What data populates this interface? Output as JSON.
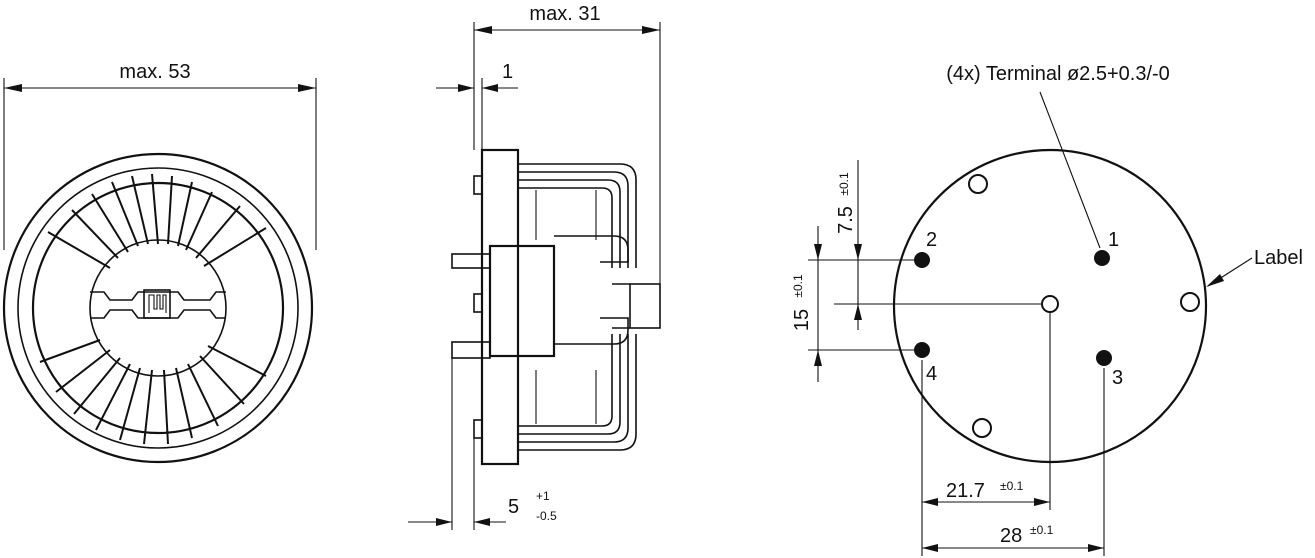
{
  "front_view": {
    "width_label": "max. 53"
  },
  "side_view": {
    "depth_label": "max. 31",
    "flange_label": "1",
    "pin_label": "5",
    "pin_tol_upper": "+1",
    "pin_tol_lower": "-0.5"
  },
  "pin_view": {
    "terminal_note": "(4x) Terminal ø2.5+0.3/-0",
    "label_callout": "Label",
    "pins": [
      "1",
      "2",
      "3",
      "4"
    ],
    "dim_7_5": "7.5",
    "dim_7_5_tol": "±0.1",
    "dim_15": "15",
    "dim_15_tol": "±0.1",
    "dim_21_7": "21.7",
    "dim_21_7_tol": "±0.1",
    "dim_28": "28",
    "dim_28_tol": "±0.1"
  },
  "colors": {
    "line": "#111111",
    "background": "#ffffff"
  }
}
